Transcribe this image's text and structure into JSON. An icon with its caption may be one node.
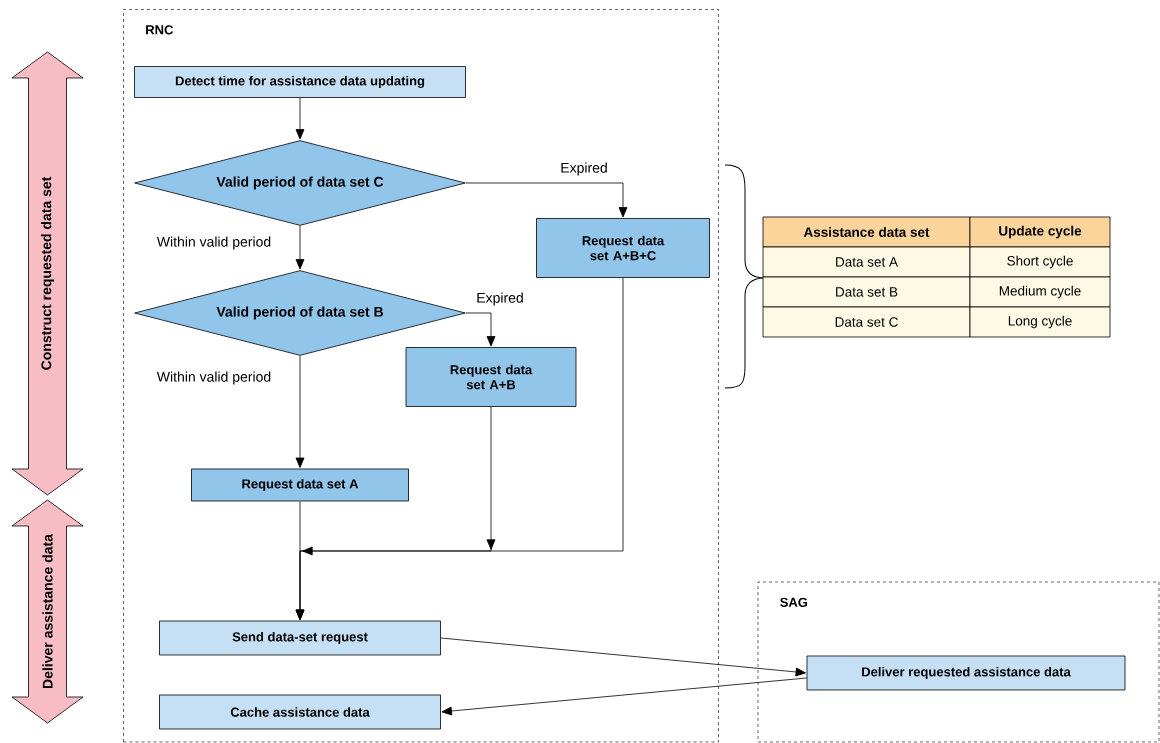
{
  "diagram": {
    "nodes": [
      {
        "text": [
          "RNC"
        ]
      },
      {
        "text": [
          "Detect time for assistance data updating"
        ],
        "in": 0
      },
      {
        "text": [
          "Valid period of data set C"
        ],
        "in": 0
      },
      {
        "text": [
          "Request data set A+B+C"
        ],
        "in": 0
      },
      {
        "text": [
          "Valid period of data set B"
        ],
        "in": 0
      },
      {
        "text": [
          "Request data set A+B"
        ],
        "in": 0
      },
      {
        "text": [
          "Request data set A"
        ],
        "in": 0
      },
      {
        "text": [
          "Send data-set request"
        ],
        "in": 0
      },
      {
        "text": [
          "Cache assistance data"
        ],
        "in": 0
      },
      {
        "text": [
          "SAG"
        ]
      },
      {
        "text": [
          "Deliver requested assistance data"
        ],
        "in": 9
      },
      {
        "text": [
          "Construct requested data set"
        ]
      },
      {
        "text": [
          "Deliver assistance data"
        ]
      }
    ],
    "edges": [
      {
        "from": 1,
        "to": 2,
        "arrow": "to"
      },
      {
        "from": 2,
        "to": 4,
        "arrow": "to",
        "label": "Within valid period"
      },
      {
        "from": 2,
        "to": 3,
        "arrow": "to",
        "label": "Expired"
      },
      {
        "from": 4,
        "to": 6,
        "arrow": "to",
        "label": "Within valid period"
      },
      {
        "from": 4,
        "to": 5,
        "arrow": "to",
        "label": "Expired"
      },
      {
        "from": 6,
        "to": 7,
        "arrow": "to"
      },
      {
        "from": 5,
        "to": 7,
        "arrow": "to"
      },
      {
        "from": 3,
        "to": 7,
        "arrow": "to"
      },
      {
        "from": 7,
        "to": 10,
        "arrow": "to"
      },
      {
        "from": 10,
        "to": 8,
        "arrow": "to"
      }
    ],
    "labels": [
      "Assistance data set",
      "Update cycle",
      "Data set A",
      "Short cycle",
      "Data set B",
      "Medium cycle",
      "Data set C",
      "Long cycle"
    ]
  }
}
